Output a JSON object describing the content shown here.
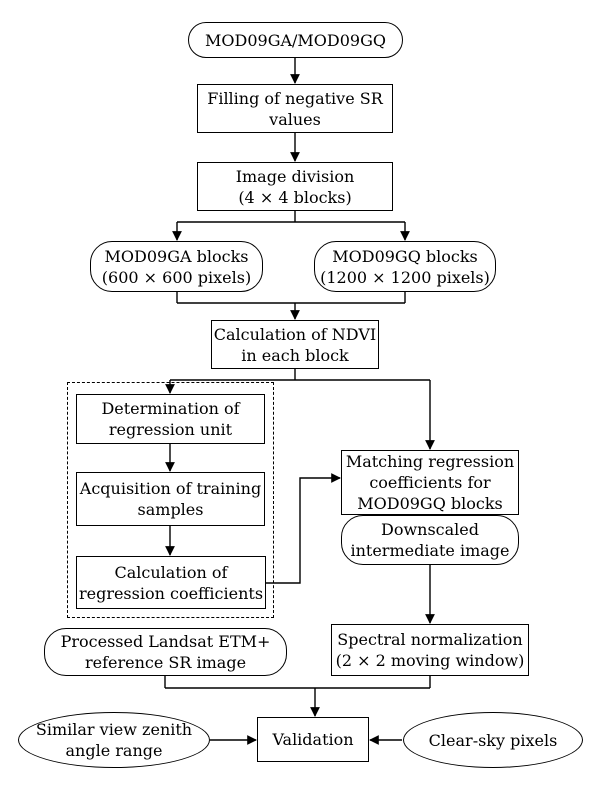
{
  "nodes": {
    "mod09": {
      "lines": [
        "MOD09GA/MOD09GQ"
      ]
    },
    "filling": {
      "lines": [
        "Filling of negative SR",
        "values"
      ]
    },
    "division": {
      "lines": [
        "Image division",
        "(4 × 4 blocks)"
      ]
    },
    "ga_blocks": {
      "lines": [
        "MOD09GA blocks",
        "(600 × 600 pixels)"
      ]
    },
    "gq_blocks": {
      "lines": [
        "MOD09GQ blocks",
        "(1200 × 1200 pixels)"
      ]
    },
    "ndvi": {
      "lines": [
        "Calculation of NDVI",
        "in each block"
      ]
    },
    "regression_unit": {
      "lines": [
        "Determination of",
        "regression unit"
      ]
    },
    "training": {
      "lines": [
        "Acquisition of training",
        "samples"
      ]
    },
    "coefficients": {
      "lines": [
        "Calculation of",
        "regression coefficients"
      ]
    },
    "matching": {
      "lines": [
        "Matching regression",
        "coefficients for",
        "MOD09GQ blocks"
      ]
    },
    "downscaled": {
      "lines": [
        "Downscaled",
        "intermediate image"
      ]
    },
    "spectral": {
      "lines": [
        "Spectral normalization",
        "(2 × 2 moving window)"
      ]
    },
    "landsat": {
      "lines": [
        "Processed Landsat ETM+",
        "reference SR image"
      ]
    },
    "validation": {
      "lines": [
        "Validation"
      ]
    },
    "view_zenith": {
      "lines": [
        "Similar view zenith",
        "angle range"
      ]
    },
    "clear_sky": {
      "lines": [
        "Clear-sky pixels"
      ]
    }
  }
}
